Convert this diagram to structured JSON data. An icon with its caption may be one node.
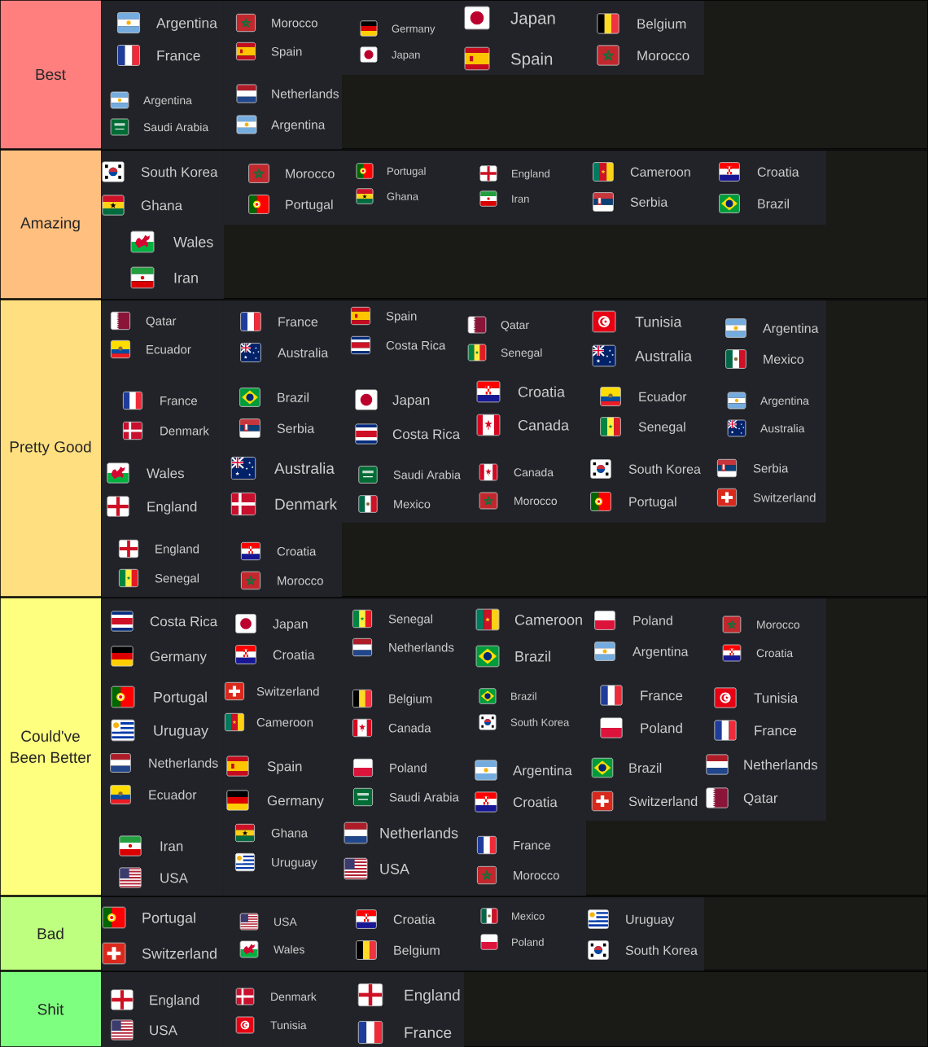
{
  "diagram": {
    "nodes": [
      {
        "text": [
          "Best"
        ]
      },
      {
        "text": [
          "Argentina",
          "France"
        ],
        "in": 0
      },
      {
        "text": [
          "Morocco",
          "Spain"
        ],
        "in": 0
      },
      {
        "text": [
          "Germany",
          "Japan"
        ],
        "in": 0
      },
      {
        "text": [
          "Japan",
          "Spain"
        ],
        "in": 0
      },
      {
        "text": [
          "Belgium",
          "Morocco"
        ],
        "in": 0
      },
      {
        "text": [
          "Argentina",
          "Saudi Arabia"
        ],
        "in": 0
      },
      {
        "text": [
          "Netherlands",
          "Argentina"
        ],
        "in": 0
      },
      {
        "text": [
          "Amazing"
        ]
      },
      {
        "text": [
          "South Korea",
          "Ghana"
        ],
        "in": 8
      },
      {
        "text": [
          "Morocco",
          "Portugal"
        ],
        "in": 8
      },
      {
        "text": [
          "Portugal",
          "Ghana"
        ],
        "in": 8
      },
      {
        "text": [
          "England",
          "Iran"
        ],
        "in": 8
      },
      {
        "text": [
          "Cameroon",
          "Serbia"
        ],
        "in": 8
      },
      {
        "text": [
          "Croatia",
          "Brazil"
        ],
        "in": 8
      },
      {
        "text": [
          "Wales",
          "Iran"
        ],
        "in": 8
      },
      {
        "text": [
          "Pretty Good"
        ]
      },
      {
        "text": [
          "Qatar",
          "Ecuador"
        ],
        "in": 16
      },
      {
        "text": [
          "France",
          "Australia"
        ],
        "in": 16
      },
      {
        "text": [
          "Spain",
          "Costa Rica"
        ],
        "in": 16
      },
      {
        "text": [
          "Qatar",
          "Senegal"
        ],
        "in": 16
      },
      {
        "text": [
          "Tunisia",
          "Australia"
        ],
        "in": 16
      },
      {
        "text": [
          "Argentina",
          "Mexico"
        ],
        "in": 16
      },
      {
        "text": [
          "France",
          "Denmark"
        ],
        "in": 16
      },
      {
        "text": [
          "Brazil",
          "Serbia"
        ],
        "in": 16
      },
      {
        "text": [
          "Japan",
          "Costa Rica"
        ],
        "in": 16
      },
      {
        "text": [
          "Croatia",
          "Canada"
        ],
        "in": 16
      },
      {
        "text": [
          "Ecuador",
          "Senegal"
        ],
        "in": 16
      },
      {
        "text": [
          "Argentina",
          "Australia"
        ],
        "in": 16
      },
      {
        "text": [
          "Wales",
          "England"
        ],
        "in": 16
      },
      {
        "text": [
          "Australia",
          "Denmark"
        ],
        "in": 16
      },
      {
        "text": [
          "Saudi Arabia",
          "Mexico"
        ],
        "in": 16
      },
      {
        "text": [
          "Canada",
          "Morocco"
        ],
        "in": 16
      },
      {
        "text": [
          "South Korea",
          "Portugal"
        ],
        "in": 16
      },
      {
        "text": [
          "Serbia",
          "Switzerland"
        ],
        "in": 16
      },
      {
        "text": [
          "England",
          "Senegal"
        ],
        "in": 16
      },
      {
        "text": [
          "Croatia",
          "Morocco"
        ],
        "in": 16
      },
      {
        "text": [
          "Could've Been Better"
        ]
      },
      {
        "text": [
          "Costa Rica",
          "Germany"
        ],
        "in": 37
      },
      {
        "text": [
          "Japan",
          "Croatia"
        ],
        "in": 37
      },
      {
        "text": [
          "Senegal",
          "Netherlands"
        ],
        "in": 37
      },
      {
        "text": [
          "Cameroon",
          "Brazil"
        ],
        "in": 37
      },
      {
        "text": [
          "Poland",
          "Argentina"
        ],
        "in": 37
      },
      {
        "text": [
          "Morocco",
          "Croatia"
        ],
        "in": 37
      },
      {
        "text": [
          "Portugal",
          "Uruguay"
        ],
        "in": 37
      },
      {
        "text": [
          "Switzerland",
          "Cameroon"
        ],
        "in": 37
      },
      {
        "text": [
          "Belgium",
          "Canada"
        ],
        "in": 37
      },
      {
        "text": [
          "Brazil",
          "South Korea"
        ],
        "in": 37
      },
      {
        "text": [
          "France",
          "Poland"
        ],
        "in": 37
      },
      {
        "text": [
          "Tunisia",
          "France"
        ],
        "in": 37
      },
      {
        "text": [
          "Netherlands",
          "Ecuador"
        ],
        "in": 37
      },
      {
        "text": [
          "Spain",
          "Germany"
        ],
        "in": 37
      },
      {
        "text": [
          "Poland",
          "Saudi Arabia"
        ],
        "in": 37
      },
      {
        "text": [
          "Argentina",
          "Croatia"
        ],
        "in": 37
      },
      {
        "text": [
          "Brazil",
          "Switzerland"
        ],
        "in": 37
      },
      {
        "text": [
          "Netherlands",
          "Qatar"
        ],
        "in": 37
      },
      {
        "text": [
          "Iran",
          "USA"
        ],
        "in": 37
      },
      {
        "text": [
          "Ghana",
          "Uruguay"
        ],
        "in": 37
      },
      {
        "text": [
          "Netherlands",
          "USA"
        ],
        "in": 37
      },
      {
        "text": [
          "France",
          "Morocco"
        ],
        "in": 37
      },
      {
        "text": [
          "Bad"
        ]
      },
      {
        "text": [
          "Portugal",
          "Switzerland"
        ],
        "in": 60
      },
      {
        "text": [
          "USA",
          "Wales"
        ],
        "in": 60
      },
      {
        "text": [
          "Croatia",
          "Belgium"
        ],
        "in": 60
      },
      {
        "text": [
          "Mexico",
          "Poland"
        ],
        "in": 60
      },
      {
        "text": [
          "Uruguay",
          "South Korea"
        ],
        "in": 60
      },
      {
        "text": [
          "Shit"
        ]
      },
      {
        "text": [
          "England",
          "USA"
        ],
        "in": 66
      },
      {
        "text": [
          "Denmark",
          "Tunisia"
        ],
        "in": 66
      },
      {
        "text": [
          "England",
          "France"
        ],
        "in": 66
      }
    ]
  }
}
